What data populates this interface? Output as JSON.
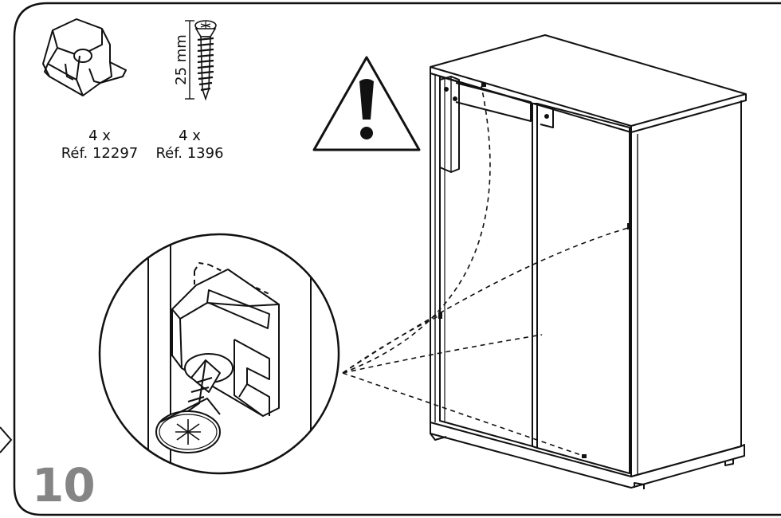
{
  "step": {
    "number": "10"
  },
  "parts": [
    {
      "quantity": "4 x",
      "reference": "Réf. 12297",
      "icon": "corner-bracket-icon"
    },
    {
      "quantity": "4 x",
      "reference": "Réf. 1396",
      "icon": "screw-icon",
      "length": "25 mm"
    }
  ],
  "warning": {
    "icon": "warning-triangle-icon"
  },
  "detail": {
    "icon": "magnifier-detail-icon"
  },
  "colors": {
    "line": "#111111",
    "step_number": "#858585"
  }
}
